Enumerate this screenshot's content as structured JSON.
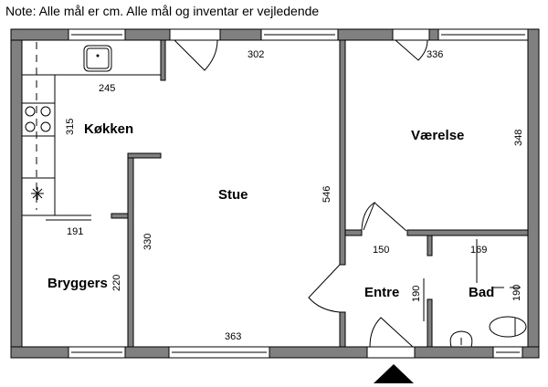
{
  "note": "Note: Alle mål er cm. Alle mål og inventar er vejledende",
  "rooms": {
    "kitchen": "Køkken",
    "living": "Stue",
    "bedroom": "Værelse",
    "utility": "Bryggers",
    "entrance": "Entre",
    "bath": "Bad"
  },
  "dimensions": {
    "kitchen_width": "245",
    "kitchen_depth": "315",
    "living_top": "302",
    "living_height": "546",
    "living_inner": "330",
    "living_bottom": "363",
    "bedroom_width": "336",
    "bedroom_height": "348",
    "utility_width": "191",
    "utility_height": "220",
    "entrance_width": "150",
    "entrance_height": "190",
    "bath_width": "169",
    "bath_height": "190"
  },
  "colors": {
    "wall": "#808080"
  }
}
